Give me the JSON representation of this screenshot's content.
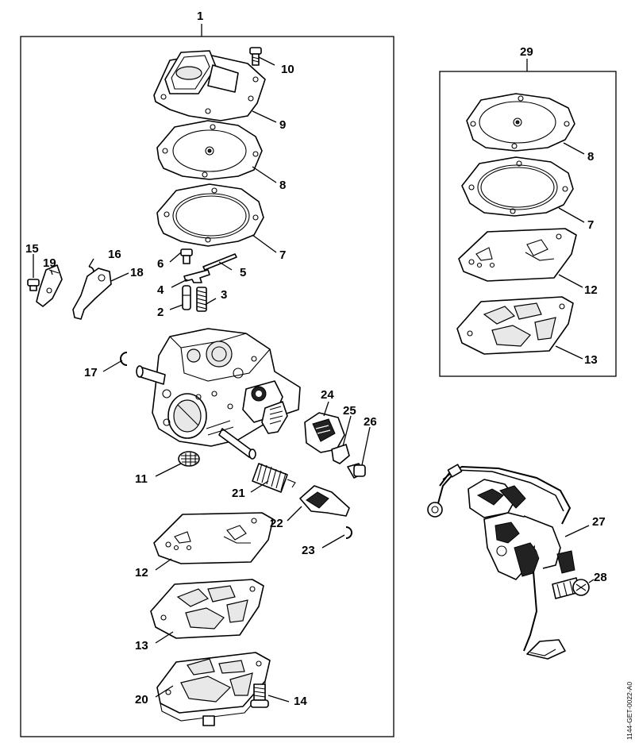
{
  "reference_code": "1144-GET-0022-A0",
  "main_group": {
    "number": "1"
  },
  "kit_group": {
    "number": "29"
  },
  "callouts": [
    {
      "id": "c1",
      "num": "1"
    },
    {
      "id": "c10",
      "num": "10"
    },
    {
      "id": "c9",
      "num": "9"
    },
    {
      "id": "c8a",
      "num": "8"
    },
    {
      "id": "c7a",
      "num": "7"
    },
    {
      "id": "c15",
      "num": "15"
    },
    {
      "id": "c16",
      "num": "16"
    },
    {
      "id": "c19",
      "num": "19"
    },
    {
      "id": "c18",
      "num": "18"
    },
    {
      "id": "c6",
      "num": "6"
    },
    {
      "id": "c5",
      "num": "5"
    },
    {
      "id": "c4",
      "num": "4"
    },
    {
      "id": "c3",
      "num": "3"
    },
    {
      "id": "c2",
      "num": "2"
    },
    {
      "id": "c17",
      "num": "17"
    },
    {
      "id": "c24",
      "num": "24"
    },
    {
      "id": "c25",
      "num": "25"
    },
    {
      "id": "c26",
      "num": "26"
    },
    {
      "id": "c11",
      "num": "11"
    },
    {
      "id": "c21",
      "num": "21"
    },
    {
      "id": "c22",
      "num": "22"
    },
    {
      "id": "c23",
      "num": "23"
    },
    {
      "id": "c12a",
      "num": "12"
    },
    {
      "id": "c13a",
      "num": "13"
    },
    {
      "id": "c20",
      "num": "20"
    },
    {
      "id": "c14",
      "num": "14"
    },
    {
      "id": "c29",
      "num": "29"
    },
    {
      "id": "c8b",
      "num": "8"
    },
    {
      "id": "c7b",
      "num": "7"
    },
    {
      "id": "c12b",
      "num": "12"
    },
    {
      "id": "c13b",
      "num": "13"
    },
    {
      "id": "c27",
      "num": "27"
    },
    {
      "id": "c28",
      "num": "28"
    }
  ]
}
